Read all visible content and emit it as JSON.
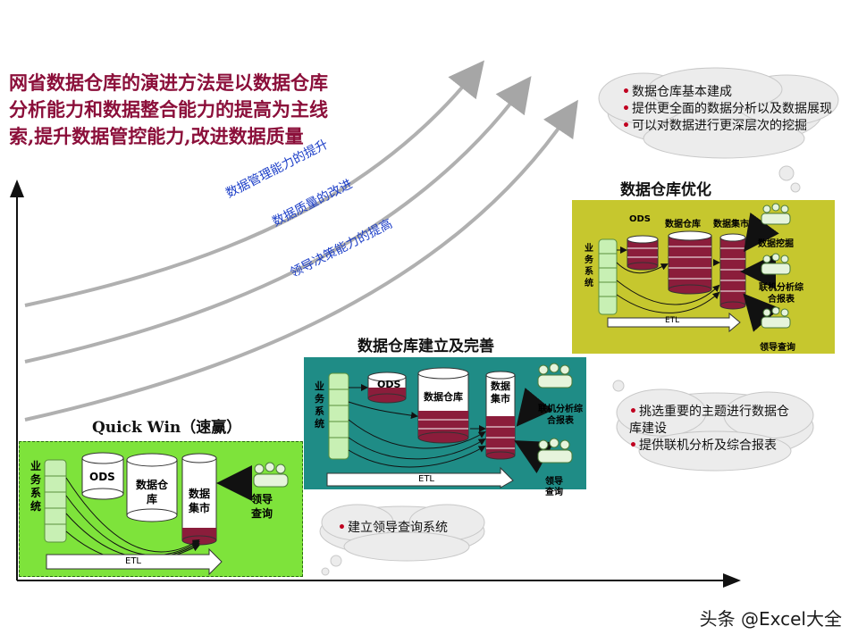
{
  "headline": {
    "line1": "网省数据仓库的演进方法是以数据仓库",
    "line2": "分析能力和数据整合能力的提高为主线",
    "line3": "索,提升数据管控能力,改进数据质量"
  },
  "curves": {
    "c1": "数据管理能力的提升",
    "c2": "数据质量的改进",
    "c3": "领导决策能力的提高"
  },
  "stage1": {
    "title": "Quick Win（速赢）",
    "source": "业务系统",
    "ods": "ODS",
    "dw": "数据仓库",
    "mart": "数据集市",
    "user": "领导查询",
    "etl": "ETL",
    "cloud": [
      "建立领导查询系统"
    ]
  },
  "stage2": {
    "title": "数据仓库建立及完善",
    "source": "业务系统",
    "ods": "ODS",
    "dw": "数据仓库",
    "mart": "数据集市",
    "user1": "联机分析综合报表",
    "user2": "领导查询",
    "etl": "ETL",
    "cloud": [
      "挑选重要的主题进行数据仓库建设",
      "提供联机分析及综合报表"
    ]
  },
  "stage3": {
    "title": "数据仓库优化",
    "source": "业务系统",
    "ods": "ODS",
    "dw": "数据仓库",
    "mart": "数据集市",
    "user1": "数据挖掘",
    "user2": "联机分析综合报表",
    "user3": "领导查询",
    "etl": "ETL",
    "cloud": [
      "数据仓库基本建成",
      "提供更全面的数据分析以及数据展现",
      "可以对数据进行更深层次的挖掘"
    ]
  },
  "watermark": "头条 @Excel大全",
  "colors": {
    "headline": "#8b0f3a",
    "stage1_bg": "#7ee33b",
    "stage2_bg": "#1f8c86",
    "stage3_bg": "#c6c72e",
    "curve_label": "#1d3fc8",
    "bullet": "#c00020"
  }
}
